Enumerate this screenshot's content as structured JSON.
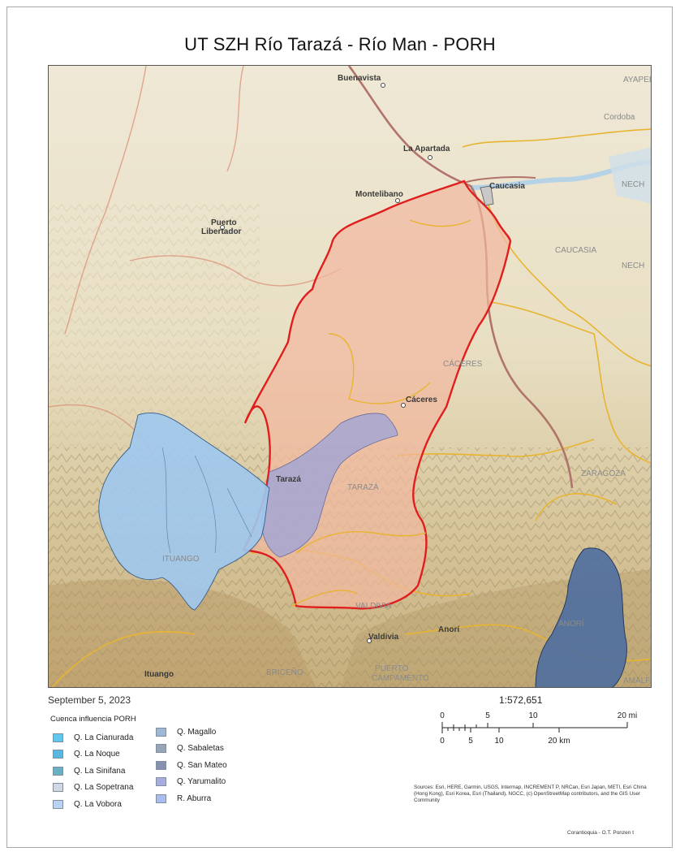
{
  "title": "UT SZH Río Tarazá - Río Man - PORH",
  "date": "September 5, 2023",
  "scale": {
    "ratio": "1:572,651",
    "miles_labels": [
      "0",
      "5",
      "10",
      "20 mi"
    ],
    "km_labels": [
      "0",
      "5",
      "10",
      "20 km"
    ]
  },
  "legend": {
    "title": "Cuenca influencia PORH",
    "items_left": [
      {
        "label": "Q. La Cianurada",
        "color": "#60c8ec"
      },
      {
        "label": "Q. La Noque",
        "color": "#58b8e0"
      },
      {
        "label": "Q. La Sinifana",
        "color": "#6ab0c4"
      },
      {
        "label": "Q. La Sopetrana",
        "color": "#cfd8e4"
      },
      {
        "label": "Q. La Vobora",
        "color": "#b8d4f2"
      }
    ],
    "items_right": [
      {
        "label": "Q. Magallo",
        "color": "#9cb8d4"
      },
      {
        "label": "Q. Sabaletas",
        "color": "#98a4b8"
      },
      {
        "label": "Q. San Mateo",
        "color": "#8890b0"
      },
      {
        "label": "Q. Yarumalito",
        "color": "#a8ace0"
      },
      {
        "label": "R. Aburra",
        "color": "#aabcf0"
      }
    ]
  },
  "map_labels": {
    "buenavista": "Buenavista",
    "cordoba": "Cordoba",
    "la_apartada": "La Apartada",
    "caucasia_town": "Caucasia",
    "montelibano": "Montelibano",
    "puerto_libertador_1": "Puerto",
    "puerto_libertador_2": "Libertador",
    "nech_1": "NECH",
    "caucasia_muni": "CAUCASIA",
    "nech_2": "NECH",
    "caceres_muni": "CÁCERES",
    "caceres_town": "Cáceres",
    "taraza_town": "Tarazá",
    "taraza_muni": "TARAZÁ",
    "zaragoza": "ZARAGOZA",
    "ituango_muni": "ITUANGO",
    "valdivia_muni": "VALDIVIA",
    "valdivia_town": "Valdivia",
    "anori_town": "Anorí",
    "anori_muni": "ANORÍ",
    "ituango_town": "Ituango",
    "briceno": "BRICEÑO",
    "puerto_1": "PUERTO",
    "campamento": "CAMPAMENTO",
    "amalfi": "AMALFI",
    "ayapel": "AYAPEL"
  },
  "sources": "Sources: Esri, HERE, Garmin, USGS, Intermap, INCREMENT P, NRCan, Esri Japan, METI, Esri China (Hong Kong), Esri Korea, Esri (Thailand), NGCC, (c) OpenStreetMap contributors, and the GIS User Community",
  "credit": "Corantioquia - O.T. Ponzen t",
  "colors": {
    "study_area_fill": "#f2b8a0",
    "study_area_border": "#e01e1e",
    "municipal_border": "#e8b430",
    "basin_blue": "#9ec8ee",
    "basin_purple": "#a4a6d4",
    "basin_dark": "#4e6ea0"
  }
}
